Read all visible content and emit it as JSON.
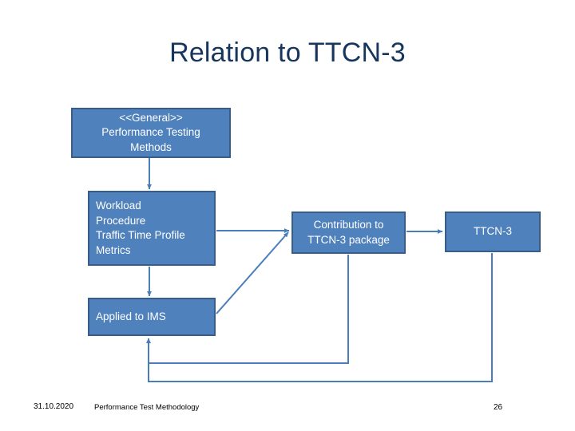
{
  "slide": {
    "title": "Relation to TTCN-3",
    "title_color": "#17365D",
    "background_color": "#FFFFFF"
  },
  "theme": {
    "node_fill": "#4F81BD",
    "node_border": "#385D8A",
    "node_text": "#FFFFFF",
    "connector_color": "#4A7EBB"
  },
  "diagram": {
    "nodes": [
      {
        "id": "general-performance-testing-methods",
        "align": "center",
        "lines": [
          "<<General>>",
          "Performance Testing",
          "Methods"
        ]
      },
      {
        "id": "workload-procedure-traffic-metrics",
        "align": "left",
        "lines": [
          "Workload",
          "Procedure",
          "Traffic  Time Profile",
          "Metrics"
        ]
      },
      {
        "id": "applied-to-ims",
        "align": "left",
        "lines": [
          "Applied to IMS"
        ]
      },
      {
        "id": "contribution-to-ttcn3-package",
        "align": "center",
        "lines": [
          "Contribution to",
          "TTCN-3 package"
        ]
      },
      {
        "id": "ttcn3",
        "align": "center",
        "lines": [
          "TTCN-3"
        ]
      }
    ]
  },
  "footer": {
    "date": "31.10.2020",
    "subject": "Performance Test Methodology",
    "page_number": "26"
  }
}
